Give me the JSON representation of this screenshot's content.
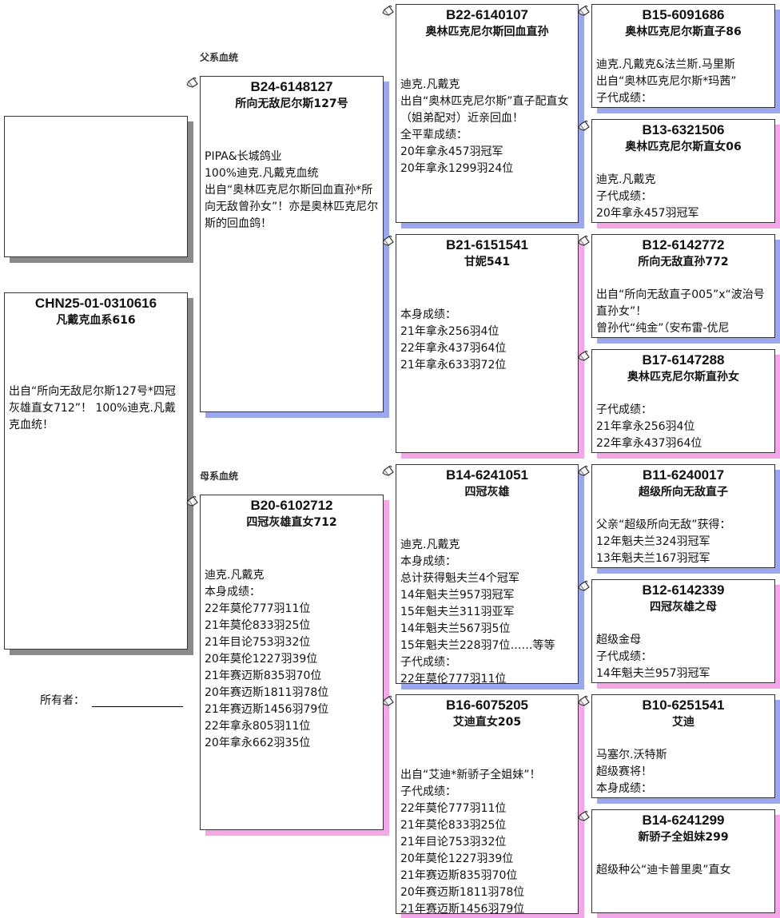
{
  "labels": {
    "sire_line": "父系血统",
    "dam_line": "母系血统",
    "owner": "所有者："
  },
  "colors": {
    "male_shadow": "#9aa6f0",
    "female_shadow": "#f4a6e6",
    "subject_shadow": "#8a8a8a"
  },
  "subject": {
    "ring": "CHN25-01-0310616",
    "name": "凡戴克血系616",
    "notes": "出自“所向无敌尼尔斯127号*四冠灰雄直女712”！ 100%迪克.凡戴克血统！"
  },
  "sire": {
    "ring": "B24-6148127",
    "name": "所向无敌尼尔斯127号",
    "notes": "PIPA&长城鸽业\n100%迪克.凡戴克血统\n出自“奥林匹克尼尔斯回血直孙*所向无敌曾孙女”！亦是奥林匹克尼尔斯的回血鸽！"
  },
  "dam": {
    "ring": "B20-6102712",
    "name": "四冠灰雄直女712",
    "notes": "迪克.凡戴克\n本身成绩：\n22年莫伦777羽11位\n21年莫伦833羽25位\n21年目论753羽32位\n20年莫伦1227羽39位\n21年赛迈斯835羽70位\n20年赛迈斯1811羽78位\n21年赛迈斯1456羽79位\n22年拿永805羽11位\n20年拿永662羽35位"
  },
  "gen3": [
    {
      "ring": "B22-6140107",
      "name": "奥林匹克尼尔斯回血直孙",
      "notes": "迪克.凡戴克\n出自“奥林匹克尼尔斯”直子配直女（姐弟配对）近亲回血！\n全平辈成绩：\n20年拿永457羽冠军\n20年拿永1299羽24位"
    },
    {
      "ring": "B21-6151541",
      "name": "甘妮541",
      "notes": "本身成绩：\n21年拿永256羽4位\n22年拿永437羽64位\n21年拿永633羽72位"
    },
    {
      "ring": "B14-6241051",
      "name": "四冠灰雄",
      "notes": "迪克.凡戴克\n本身成绩：\n总计获得魁夫兰4个冠军\n14年魁夫兰957羽冠军\n15年魁夫兰311羽亚军\n14年魁夫兰567羽5位\n15年魁夫兰228羽7位……等等\n子代成绩：\n22年莫伦777羽11位"
    },
    {
      "ring": "B16-6075205",
      "name": "艾迪直女205",
      "notes": "出自“艾迪*新骄子全姐妹”！\n子代成绩：\n22年莫伦777羽11位\n21年莫伦833羽25位\n21年目论753羽32位\n20年莫伦1227羽39位\n21年赛迈斯835羽70位\n20年赛迈斯1811羽78位\n21年赛迈斯1456羽79位"
    }
  ],
  "gen4": [
    {
      "ring": "B15-6091686",
      "name": "奥林匹克尼尔斯直子86",
      "notes": "迪克.凡戴克&法兰斯.马里斯\n出自“奥林匹克尼尔斯*玛茜”\n子代成绩："
    },
    {
      "ring": "B13-6321506",
      "name": "奥林匹克尼尔斯直女06",
      "notes": "迪克.凡戴克\n子代成绩：\n20年拿永457羽冠军"
    },
    {
      "ring": "B12-6142772",
      "name": "所向无敌直孙772",
      "notes": "出自“所向无敌直子005”x“波治号直孙女”！\n曾孙代“纯金”（安布雷-优尼"
    },
    {
      "ring": "B17-6147288",
      "name": "奥林匹克尼尔斯直孙女",
      "notes": "子代成绩：\n21年拿永256羽4位\n22年拿永437羽64位"
    },
    {
      "ring": "B11-6240017",
      "name": "超级所向无敌直子",
      "notes": "父亲“超级所向无敌”获得：\n12年魁夫兰324羽冠军\n13年魁夫兰167羽冠军"
    },
    {
      "ring": "B12-6142339",
      "name": "四冠灰雄之母",
      "notes": "超级金母\n子代成绩：\n14年魁夫兰957羽冠军"
    },
    {
      "ring": "B10-6251541",
      "name": "艾迪",
      "notes": "马塞尔.沃特斯\n超级赛将！\n本身成绩："
    },
    {
      "ring": "B14-6241299",
      "name": "新骄子全姐妹299",
      "notes": "超级种公“迪卡普里奥”直女"
    }
  ]
}
